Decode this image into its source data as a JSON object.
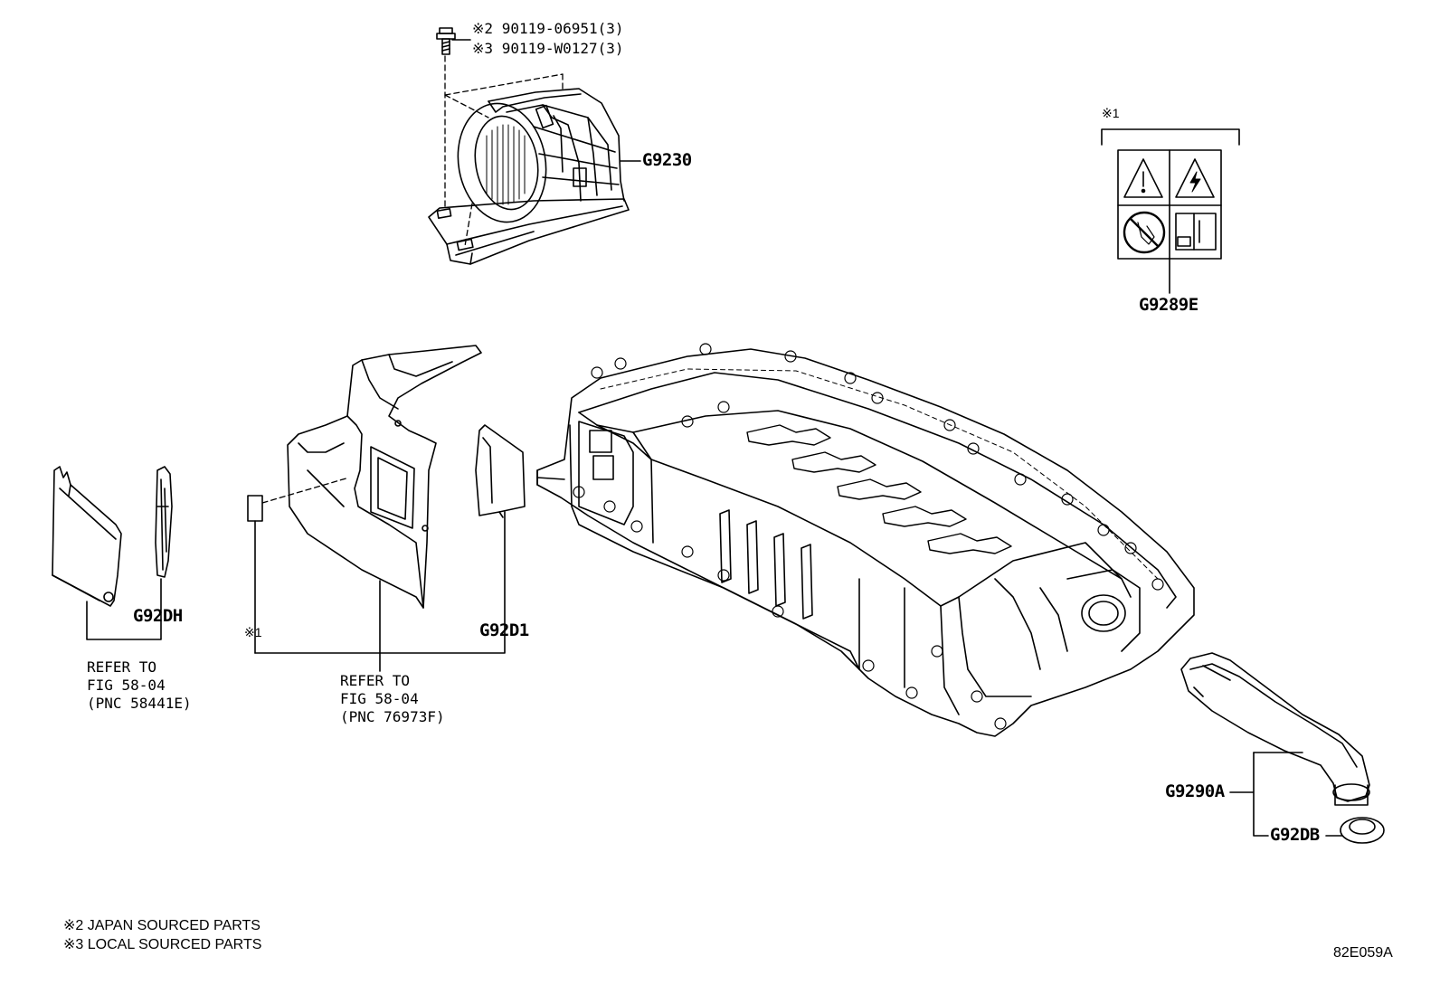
{
  "bolt": {
    "line1_mark": "※2",
    "line1_part": "90119-06951(3)",
    "line2_mark": "※3",
    "line2_part": "90119-W0127(3)"
  },
  "parts": {
    "blower": "G9230",
    "label": "G9289E",
    "duct_left": "G92DH",
    "duct_right": "G92D1",
    "hose": "G9290A",
    "grommet": "G92DB"
  },
  "marks": {
    "label_group": "※1",
    "duct_group": "※1"
  },
  "refer_left": {
    "line1": "REFER TO",
    "line2": "FIG 58-04",
    "line3": "(PNC 58441E)"
  },
  "refer_mid": {
    "line1": "REFER TO",
    "line2": "FIG 58-04",
    "line3": "(PNC 76973F)"
  },
  "notes": {
    "note1": "※2 JAPAN SOURCED PARTS",
    "note2": "※3 LOCAL SOURCED PARTS"
  },
  "diagram_id": "82E059A"
}
